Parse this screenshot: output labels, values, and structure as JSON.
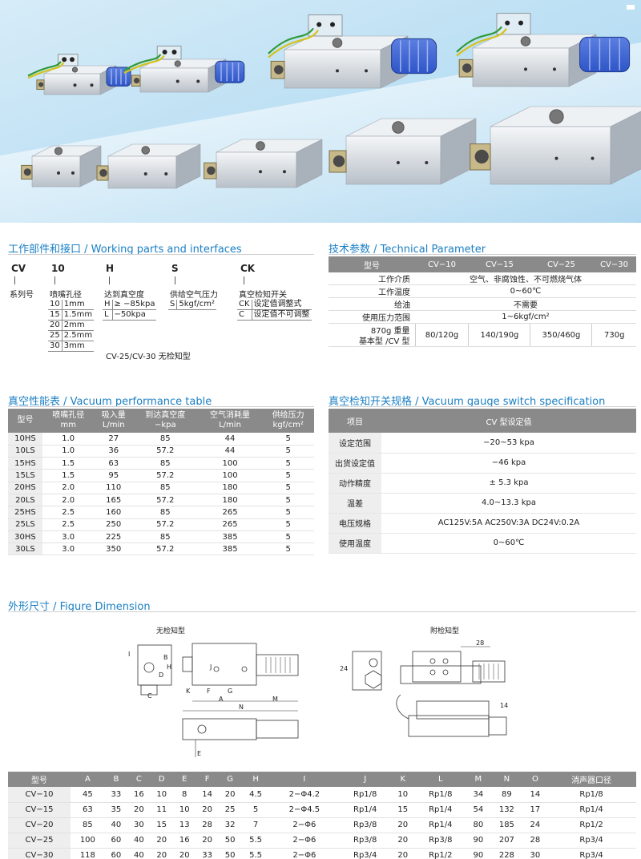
{
  "model_code": {
    "section_title": "工作部件和接口 / Working parts and interfaces",
    "columns": [
      {
        "code": "CV",
        "label": "系列号",
        "options": []
      },
      {
        "code": "10",
        "label": "喷嘴孔径",
        "options": [
          [
            "10",
            "1mm"
          ],
          [
            "15",
            "1.5mm"
          ],
          [
            "20",
            "2mm"
          ],
          [
            "25",
            "2.5mm"
          ],
          [
            "30",
            "3mm"
          ]
        ]
      },
      {
        "code": "H",
        "label": "达到真空度",
        "options": [
          [
            "H",
            "≥ −85kpa"
          ],
          [
            "L",
            "−50kpa"
          ]
        ]
      },
      {
        "code": "S",
        "label": "供给空气压力",
        "options": [
          [
            "S",
            "5kgf/cm²"
          ]
        ]
      },
      {
        "code": "CK",
        "label": "真空检知开关",
        "options": [
          [
            "CK",
            "设定值调整式"
          ],
          [
            "C",
            "设定值不可调整"
          ]
        ]
      }
    ],
    "note": "CV-25/CV-30 无检知型"
  },
  "technical_parameter": {
    "section_title": "技术参数 / Technical Parameter",
    "headers": [
      "型号",
      "CV−10",
      "CV−15",
      "CV−25",
      "CV−30"
    ],
    "rows": [
      {
        "label": "工作介质",
        "value": "空气、非腐蚀性、不可燃烧气体"
      },
      {
        "label": "工作温度",
        "value": "0~60℃"
      },
      {
        "label": "给油",
        "value": "不需要"
      },
      {
        "label": "使用压力范围",
        "value": "1~6kgf/cm²"
      }
    ],
    "weight": {
      "label1": "870g 重量",
      "label2": "基本型 /CV 型",
      "values": [
        "80/120g",
        "140/190g",
        "350/460g",
        "730g"
      ]
    }
  },
  "vacuum_performance": {
    "section_title": "真空性能表 / Vacuum performance table",
    "headers": [
      [
        "型号",
        ""
      ],
      [
        "喷嘴孔径",
        "mm"
      ],
      [
        "吸入量",
        "L/min"
      ],
      [
        "到达真空度",
        "−kpa"
      ],
      [
        "空气消耗量",
        "L/min"
      ],
      [
        "供给压力",
        "kgf/cm²"
      ]
    ],
    "rows": [
      [
        "10HS",
        "1.0",
        "27",
        "85",
        "44",
        "5"
      ],
      [
        "10LS",
        "1.0",
        "36",
        "57.2",
        "44",
        "5"
      ],
      [
        "15HS",
        "1.5",
        "63",
        "85",
        "100",
        "5"
      ],
      [
        "15LS",
        "1.5",
        "95",
        "57.2",
        "100",
        "5"
      ],
      [
        "20HS",
        "2.0",
        "110",
        "85",
        "180",
        "5"
      ],
      [
        "20LS",
        "2.0",
        "165",
        "57.2",
        "180",
        "5"
      ],
      [
        "25HS",
        "2.5",
        "160",
        "85",
        "265",
        "5"
      ],
      [
        "25LS",
        "2.5",
        "250",
        "57.2",
        "265",
        "5"
      ],
      [
        "30HS",
        "3.0",
        "225",
        "85",
        "385",
        "5"
      ],
      [
        "30LS",
        "3.0",
        "350",
        "57.2",
        "385",
        "5"
      ]
    ]
  },
  "gauge_switch": {
    "section_title": "真空检知开关规格 / Vacuum gauge switch specification",
    "headers": [
      "项目",
      "CV 型设定值"
    ],
    "rows": [
      [
        "设定范围",
        "−20~53 kpa"
      ],
      [
        "出货设定值",
        "−46 kpa"
      ],
      [
        "动作精度",
        "± 5.3 kpa"
      ],
      [
        "温差",
        "4.0~13.3 kpa"
      ],
      [
        "电压规格",
        "AC125V:5A   AC250V:3A   DC24V:0.2A"
      ],
      [
        "使用温度",
        "0~60℃"
      ]
    ]
  },
  "figure_dimension": {
    "section_title": "外形尺寸 / Figure Dimension",
    "left_caption": "无检知型",
    "right_caption": "附检知型",
    "left_labels": [
      "I",
      "D",
      "B",
      "C",
      "K",
      "F",
      "A",
      "G",
      "N",
      "M",
      "J",
      "E",
      "H"
    ],
    "right_labels": [
      "28",
      "24",
      "14"
    ],
    "headers": [
      "型号",
      "A",
      "B",
      "C",
      "D",
      "E",
      "F",
      "G",
      "H",
      "I",
      "J",
      "K",
      "L",
      "M",
      "N",
      "O",
      "消声器口径"
    ],
    "rows": [
      [
        "CV−10",
        "45",
        "33",
        "16",
        "10",
        "8",
        "14",
        "20",
        "4.5",
        "2−Φ4.2",
        "Rp1/8",
        "10",
        "Rp1/8",
        "34",
        "89",
        "14",
        "Rp1/8"
      ],
      [
        "CV−15",
        "63",
        "35",
        "20",
        "11",
        "10",
        "20",
        "25",
        "5",
        "2−Φ4.5",
        "Rp1/4",
        "15",
        "Rp1/4",
        "54",
        "132",
        "17",
        "Rp1/4"
      ],
      [
        "CV−20",
        "85",
        "40",
        "30",
        "15",
        "13",
        "28",
        "32",
        "7",
        "2−Φ6",
        "Rp3/8",
        "20",
        "Rp1/4",
        "80",
        "185",
        "24",
        "Rp1/2"
      ],
      [
        "CV−25",
        "100",
        "60",
        "40",
        "20",
        "16",
        "20",
        "50",
        "5.5",
        "2−Φ6",
        "Rp3/8",
        "20",
        "Rp3/8",
        "90",
        "207",
        "28",
        "Rp3/4"
      ],
      [
        "CV−30",
        "118",
        "60",
        "40",
        "20",
        "20",
        "33",
        "50",
        "5.5",
        "2−Φ6",
        "Rp3/4",
        "20",
        "Rp1/2",
        "90",
        "228",
        "30",
        "Rp3/4"
      ]
    ]
  },
  "colors": {
    "accent": "#1a7fc4",
    "header_gray": "#8a8a8a",
    "row_label_bg": "#eeeeee",
    "muffler_blue": "#2f55c8"
  }
}
